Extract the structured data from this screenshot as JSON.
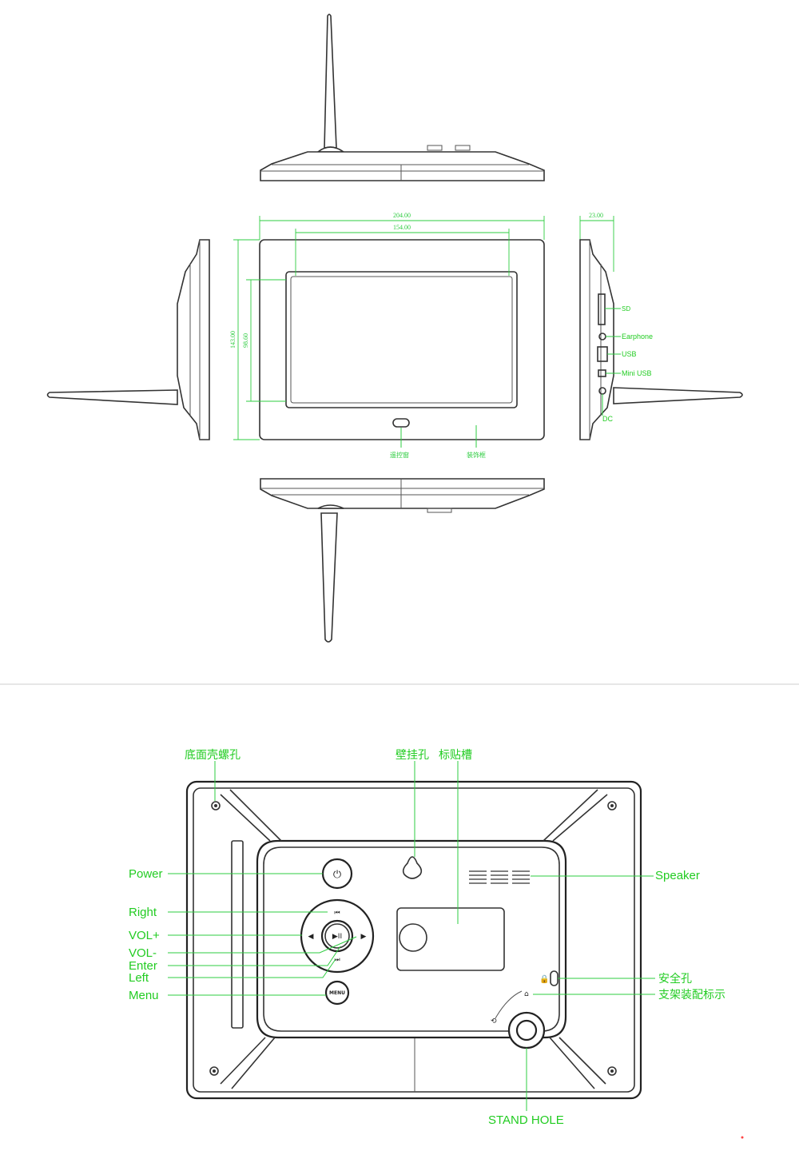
{
  "dimensions": {
    "width_outer": "204.00",
    "width_screen": "154.00",
    "height_outer": "143.00",
    "height_screen": "98.60",
    "depth": "23.00"
  },
  "front_labels": {
    "remote_window": "遥控窗",
    "decor_frame": "装饰框"
  },
  "side_ports": {
    "sd": "SD",
    "earphone": "Earphone",
    "usb": "USB",
    "mini_usb": "Mini USB",
    "dc": "DC"
  },
  "back_labels": {
    "screw_hole": "底面壳螺孔",
    "wall_hole": "壁挂孔",
    "label_slot": "标贴槽",
    "speaker": "Speaker",
    "security_hole": "安全孔",
    "stand_mark": "支架装配标示",
    "stand_hole": "STAND HOLE"
  },
  "controls": {
    "power": "Power",
    "right": "Right",
    "vol_plus": "VOL+",
    "vol_minus": "VOL-",
    "enter": "Enter",
    "left": "Left",
    "menu": "Menu",
    "menu_button_text": "MENU"
  },
  "colors": {
    "annotation": "#22cc22",
    "outline": "#333333"
  }
}
